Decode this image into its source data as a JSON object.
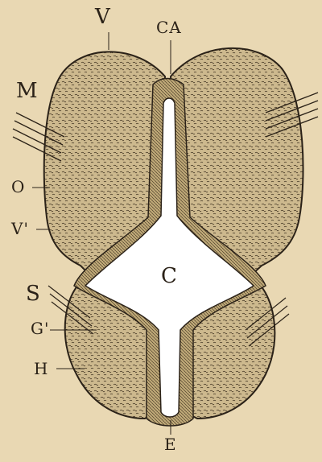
{
  "diagram": {
    "labels": {
      "V": "V",
      "CA": "CA",
      "M": "M",
      "O": "O",
      "V_prime": "V'",
      "C": "C",
      "S": "S",
      "G_prime": "G'",
      "H": "H",
      "E": "E"
    }
  },
  "colors": {
    "paper": "#e9d8b3",
    "tissue": "#cdb98e",
    "ink": "#2b2218",
    "cavity": "#ffffff"
  }
}
